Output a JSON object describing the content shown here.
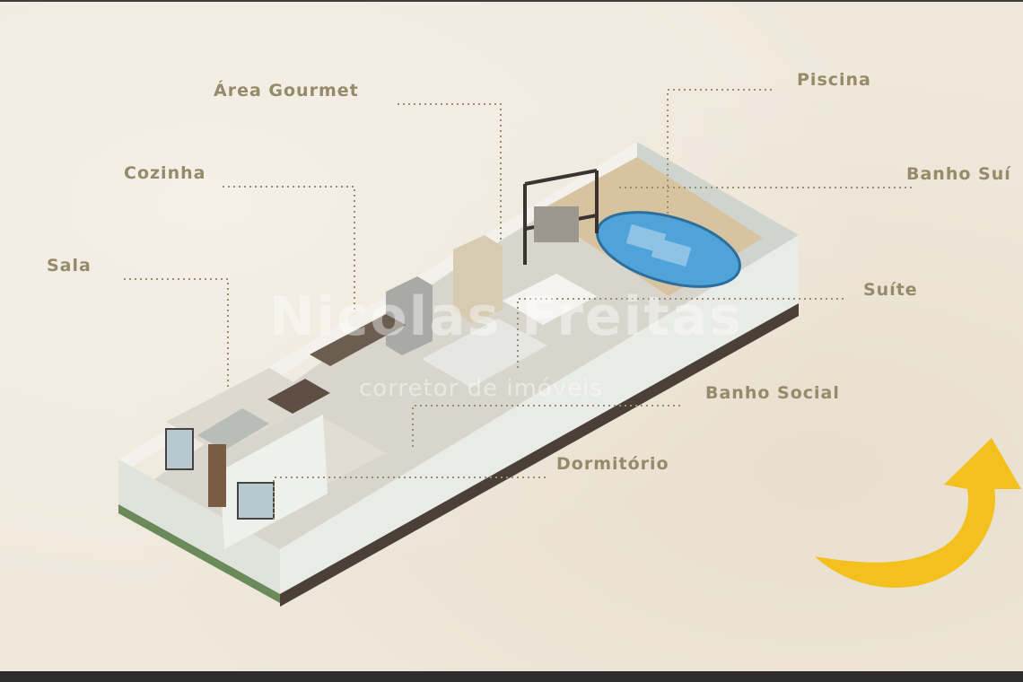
{
  "labels": {
    "area_gourmet": "Área Gourmet",
    "piscina": "Piscina",
    "cozinha": "Cozinha",
    "banho_suite": "Banho Suí",
    "sala": "Sala",
    "suite": "Suíte",
    "banho_social": "Banho Social",
    "dormitorio": "Dormitório"
  },
  "watermark": {
    "name": "Nicolas Freitas",
    "tagline": "corretor de imóveis"
  },
  "colors": {
    "background": "#efe8db",
    "label_text": "#958a6a",
    "leader_line": "#9a8f70",
    "pool_water": "#4fa3d8",
    "arrow": "#f4c01e"
  }
}
